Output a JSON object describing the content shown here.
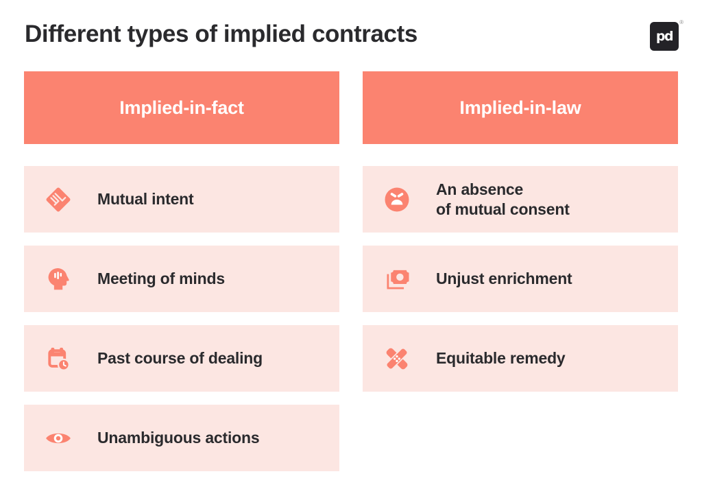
{
  "page": {
    "title": "Different types of implied contracts",
    "logo": {
      "text": "pd",
      "registered": "®"
    }
  },
  "colors": {
    "accent": "#FB8370",
    "row_background": "#FCE6E2",
    "text": "#2A2A2D",
    "header_text": "#FFFFFF",
    "logo_background": "#232227"
  },
  "columns": [
    {
      "header": "Implied-in-fact",
      "rows": [
        {
          "icon": "handshake-icon",
          "label": "Mutual intent"
        },
        {
          "icon": "meeting-of-minds-icon",
          "label": "Meeting of minds"
        },
        {
          "icon": "calendar-clock-icon",
          "label": "Past course of dealing"
        },
        {
          "icon": "eye-icon",
          "label": "Unambiguous actions"
        }
      ]
    },
    {
      "header": "Implied-in-law",
      "rows": [
        {
          "icon": "angry-face-icon",
          "label": "An absence\nof mutual consent"
        },
        {
          "icon": "banknote-icon",
          "label": "Unjust enrichment"
        },
        {
          "icon": "bandage-icon",
          "label": "Equitable remedy"
        }
      ]
    }
  ]
}
